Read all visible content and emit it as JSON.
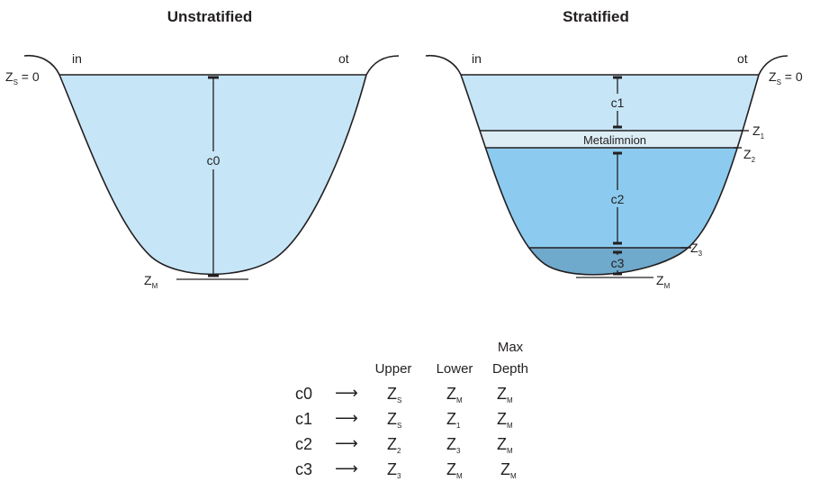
{
  "colors": {
    "light_water": "#c6e6f8",
    "metalimnion": "#dcedf6",
    "mid_water": "#8ccbef",
    "deep_water": "#6fa9cc",
    "ink": "#231f20"
  },
  "left": {
    "title": "Unstratified",
    "inflow": "in",
    "outflow": "ot",
    "surface": {
      "z": "Z",
      "sub": "S",
      "rest": " = 0"
    },
    "bottom": {
      "z": "Z",
      "sub": "M"
    },
    "compartment": "c0"
  },
  "right": {
    "title": "Stratified",
    "inflow": "in",
    "outflow": "ot",
    "surface": {
      "z": "Z",
      "sub": "S",
      "rest": " = 0"
    },
    "metalimnion": "Metalimnion",
    "z1": {
      "z": "Z",
      "sub": "1"
    },
    "z2": {
      "z": "Z",
      "sub": "2"
    },
    "z3": {
      "z": "Z",
      "sub": "3"
    },
    "bottom": {
      "z": "Z",
      "sub": "M"
    },
    "c1": "c1",
    "c2": "c2",
    "c3": "c3"
  },
  "table": {
    "header_max": "Max",
    "headers": [
      "Upper",
      "Lower",
      "Depth"
    ],
    "arrow": "⟶",
    "rows": [
      {
        "label": "c0",
        "upper": {
          "z": "Z",
          "sub": "S"
        },
        "lower": {
          "z": "Z",
          "sub": "M"
        },
        "max": {
          "z": "Z",
          "sub": "M"
        }
      },
      {
        "label": "c1",
        "upper": {
          "z": "Z",
          "sub": "S"
        },
        "lower": {
          "z": "Z",
          "sub": "1"
        },
        "max": {
          "z": "Z",
          "sub": "M"
        }
      },
      {
        "label": "c2",
        "upper": {
          "z": "Z",
          "sub": "2"
        },
        "lower": {
          "z": "Z",
          "sub": "3"
        },
        "max": {
          "z": "Z",
          "sub": "M"
        }
      },
      {
        "label": "c3",
        "upper": {
          "z": "Z",
          "sub": "3"
        },
        "lower": {
          "z": "Z",
          "sub": "M"
        },
        "max": {
          "z": "Z",
          "sub": "M"
        }
      }
    ]
  }
}
